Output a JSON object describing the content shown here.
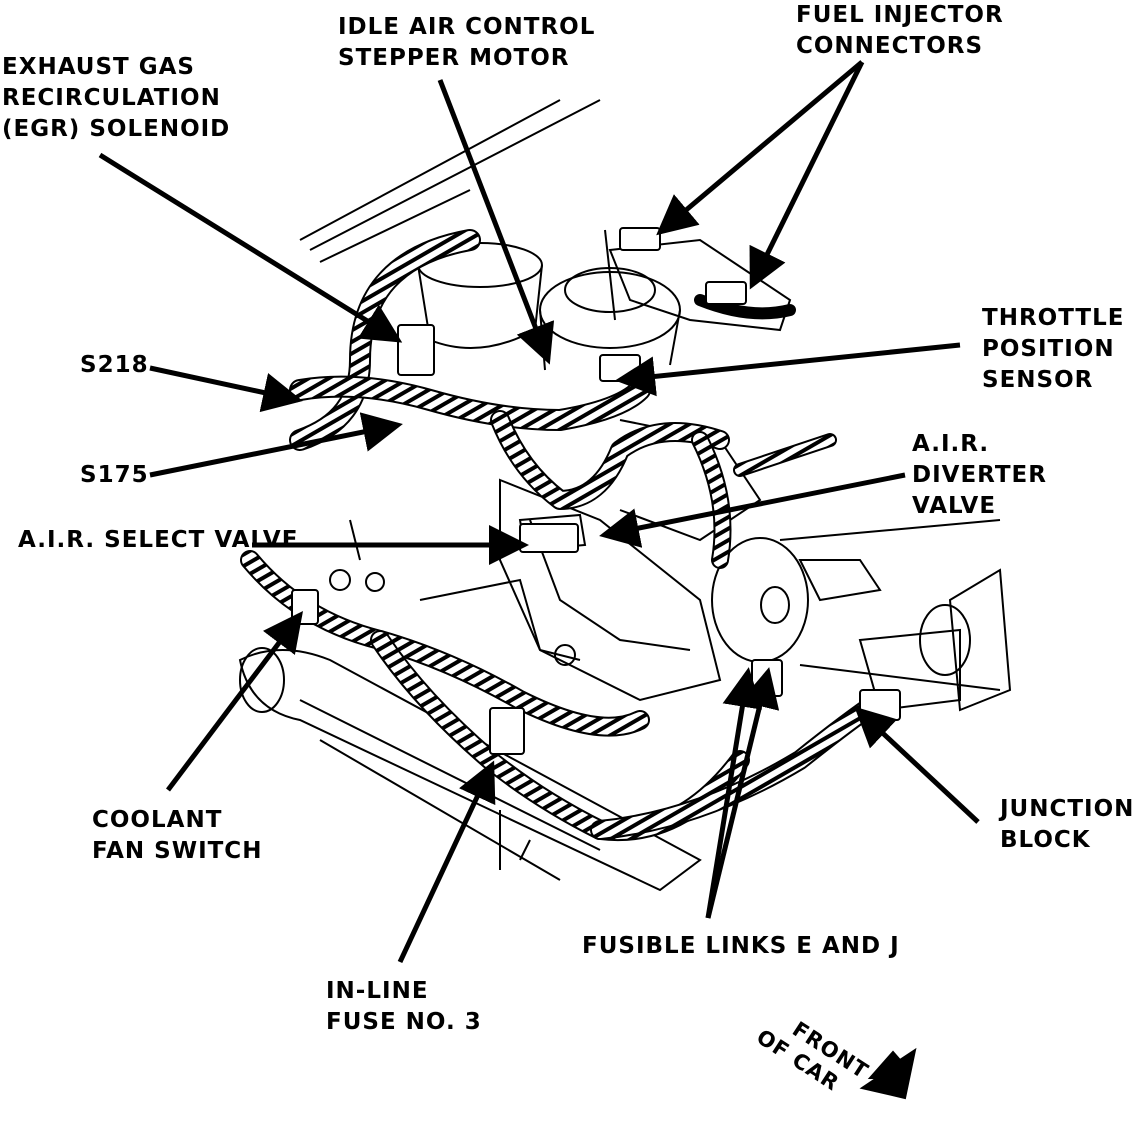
{
  "labels": {
    "idle_air_control": "IDLE AIR CONTROL\nSTEPPER MOTOR",
    "fuel_injector": "FUEL INJECTOR\nCONNECTORS",
    "egr_solenoid": "EXHAUST GAS\nRECIRCULATION\n(EGR) SOLENOID",
    "throttle_position": "THROTTLE\nPOSITION\nSENSOR",
    "s218": "S218",
    "s175": "S175",
    "air_diverter": "A.I.R.\nDIVERTER\nVALVE",
    "air_select": "A.I.R. SELECT VALVE",
    "coolant_fan": "COOLANT\nFAN SWITCH",
    "junction_block": "JUNCTION\nBLOCK",
    "fusible_links": "FUSIBLE LINKS E AND J",
    "inline_fuse": "IN-LINE\nFUSE NO. 3",
    "front_line1": "FRONT",
    "front_line2": "OF CAR"
  },
  "colors": {
    "ink": "#000000",
    "paper": "#ffffff"
  }
}
